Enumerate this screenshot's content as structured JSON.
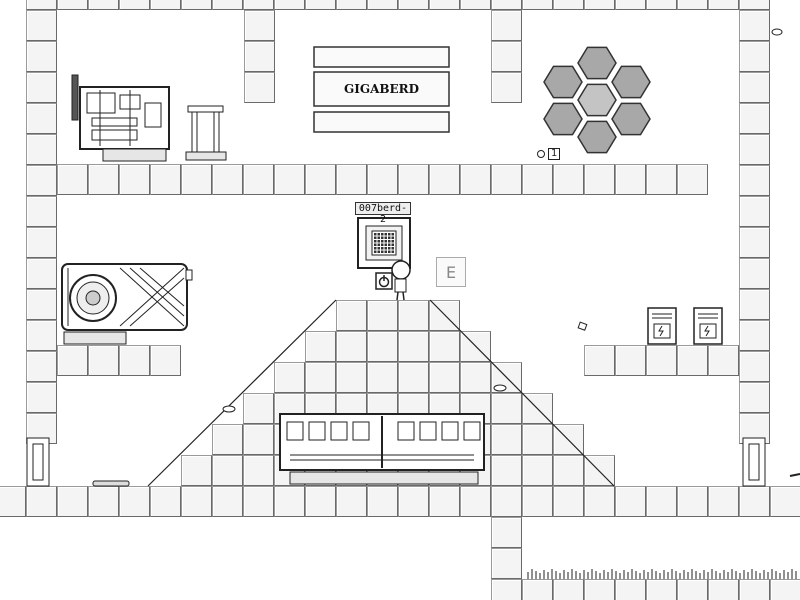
{
  "game": {
    "sign_title": "GIGABERD",
    "machine_label": "007berd-2",
    "interact_key": "E",
    "hex_counter_value": "1",
    "colors": {
      "tile_fill": "#f4f4f4",
      "tile_edge": "#6a6a6a",
      "hex_fill": "#a8a8a8",
      "hex_highlight": "#c4c4c4",
      "line": "#222222"
    },
    "objects": [
      "motherboard-icon",
      "pedestal-icon",
      "graphics-card-icon",
      "cpu-chip-icon",
      "power-button-icon",
      "player-character",
      "ram-module-icon",
      "power-supply-icon",
      "floppy-pickup-icon",
      "door-icon"
    ]
  }
}
